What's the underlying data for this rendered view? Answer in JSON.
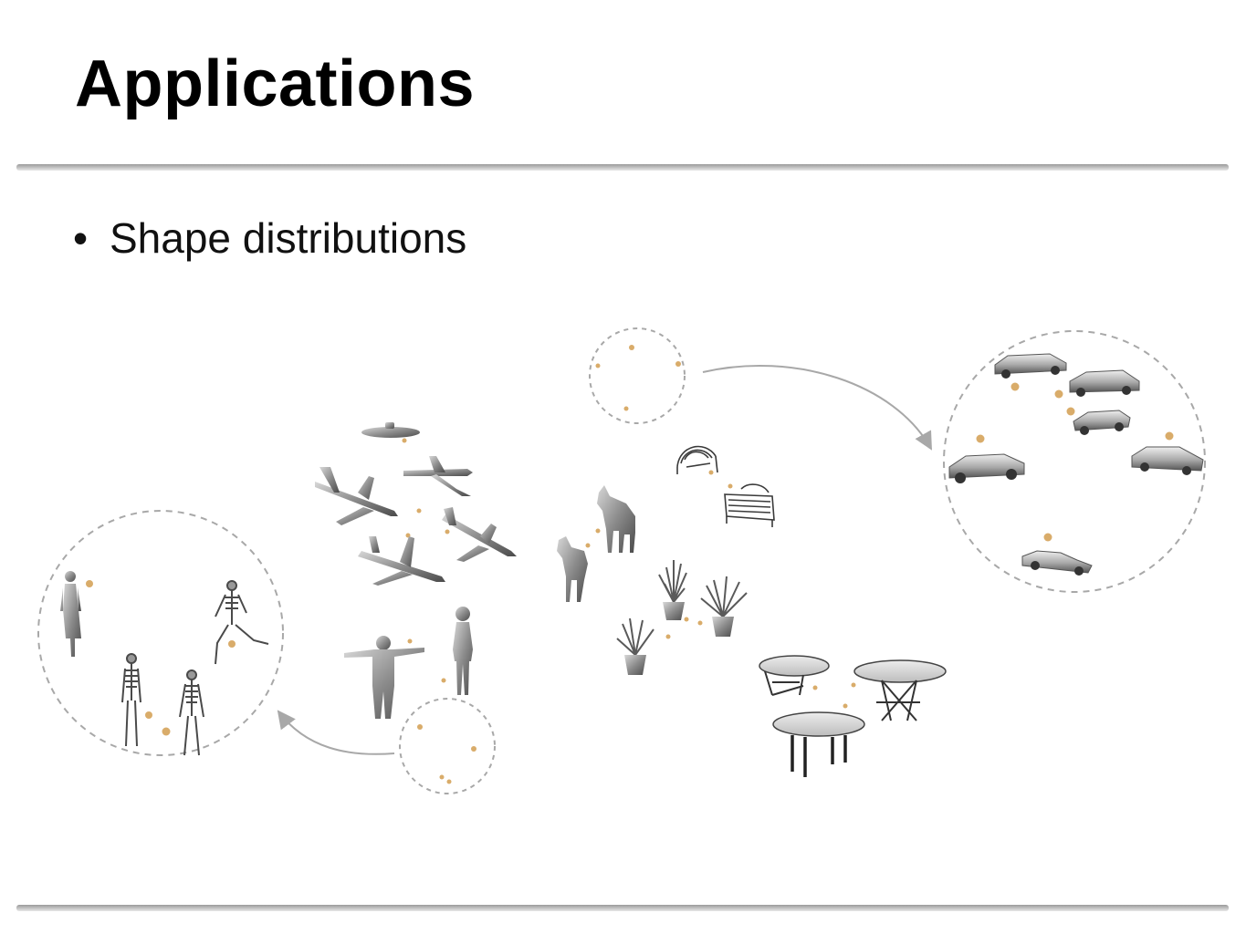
{
  "slide": {
    "title": "Applications",
    "bullets": [
      {
        "marker": "•",
        "text": "Shape distributions"
      }
    ]
  },
  "colors": {
    "point": "#d9ac6a",
    "circle": "#a8a8a8",
    "arrow": "#a8a8a8",
    "shape_fill": "#8e8e8e",
    "shape_dark": "#3a3a3a",
    "rule": "#b5b5b5"
  },
  "diagram": {
    "clusters": [
      {
        "name": "humans",
        "shapes": [
          "woman-figure",
          "skeleton-standing",
          "skeleton-walking",
          "skeleton-running",
          "man-t-pose",
          "man-standing"
        ]
      },
      {
        "name": "airplanes",
        "shapes": [
          "submarine",
          "airplane-large",
          "airplane-small",
          "airplane-twin-tail",
          "airplane-rear-engine"
        ]
      },
      {
        "name": "horses",
        "shapes": [
          "horse-left",
          "horse-right"
        ]
      },
      {
        "name": "benches",
        "shapes": [
          "arched-bench",
          "park-bench"
        ]
      },
      {
        "name": "potted-plants",
        "shapes": [
          "plant-tall",
          "plant-bushy",
          "plant-small"
        ]
      },
      {
        "name": "tables",
        "shapes": [
          "round-table-tilted",
          "round-table-cross",
          "round-table-four-legs"
        ]
      },
      {
        "name": "cars",
        "shapes": [
          "sedan-1",
          "sedan-2",
          "sedan-3",
          "sedan-4",
          "sedan-5",
          "sports-car"
        ]
      }
    ],
    "magnifiers": [
      {
        "from": "small-circle-top",
        "to": "big-circle-cars"
      },
      {
        "from": "small-circle-bottom",
        "to": "big-circle-humans"
      }
    ]
  }
}
